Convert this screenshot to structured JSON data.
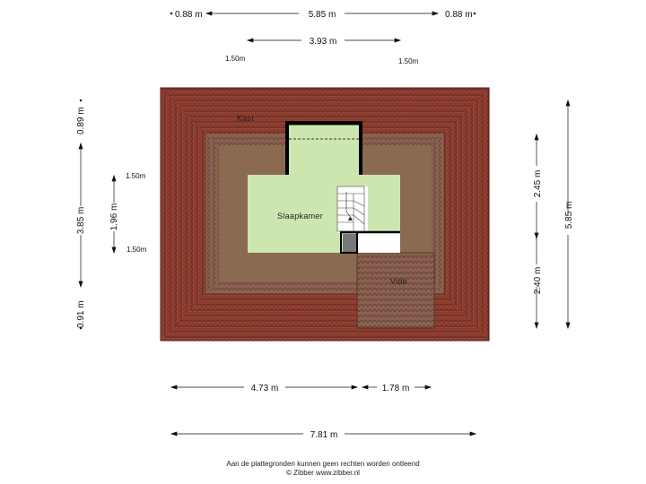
{
  "dimensions": {
    "top_left": "0.88 m",
    "top_total": "5.85 m",
    "top_right": "0.88 m",
    "top_inner": "3.93 m",
    "height_left": "1.50m",
    "height_right": "1.50m",
    "left_top": "0.89 m",
    "left_middle": "3.85 m",
    "left_bottom": "0.91 m",
    "left_inner": "1.96 m",
    "left_height_top": "1.50m",
    "left_height_bottom": "1.50m",
    "right_top": "2.45 m",
    "right_bottom": "2.40 m",
    "right_total": "5.85 m",
    "bottom_left": "4.73 m",
    "bottom_right": "1.78 m",
    "bottom_total": "7.81 m"
  },
  "rooms": {
    "kast": "Kast",
    "slaapkamer": "Slaapkamer",
    "vide": "Vide"
  },
  "footer": {
    "disclaimer": "Aan de plattegronden kunnen geen rechten worden ontleend",
    "copyright": "© Zibber www.zibber.nl"
  },
  "colors": {
    "roof_tile": "#8a3a2e",
    "roof_dark": "#6e2a22",
    "floor": "#8a6a4e",
    "room_fill": "#cde6b0",
    "wall": "#000000"
  }
}
